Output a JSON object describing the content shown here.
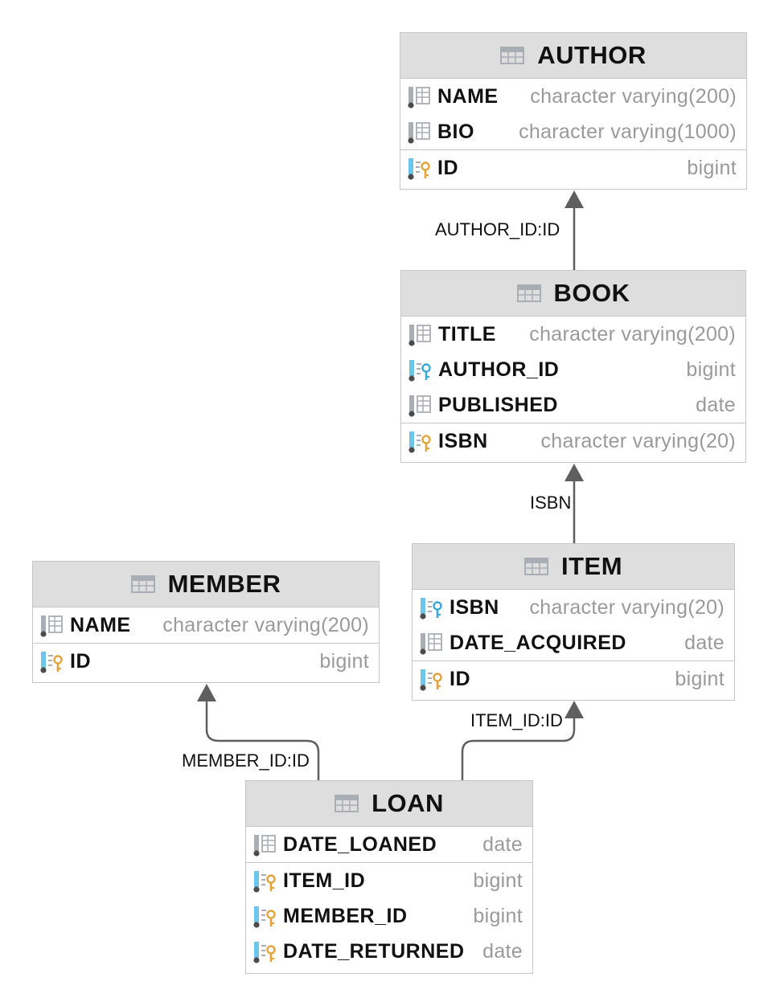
{
  "tables": {
    "author": {
      "name": "AUTHOR",
      "columns": [
        {
          "name": "NAME",
          "type": "character varying(200)",
          "icon": "column-icon"
        },
        {
          "name": "BIO",
          "type": "character varying(1000)",
          "icon": "column-icon"
        },
        {
          "name": "ID",
          "type": "bigint",
          "icon": "primary-key-column-icon"
        }
      ]
    },
    "book": {
      "name": "BOOK",
      "columns": [
        {
          "name": "TITLE",
          "type": "character varying(200)",
          "icon": "column-icon"
        },
        {
          "name": "AUTHOR_ID",
          "type": "bigint",
          "icon": "foreign-key-column-icon"
        },
        {
          "name": "PUBLISHED",
          "type": "date",
          "icon": "column-icon"
        },
        {
          "name": "ISBN",
          "type": "character varying(20)",
          "icon": "primary-key-column-icon"
        }
      ]
    },
    "item": {
      "name": "ITEM",
      "columns": [
        {
          "name": "ISBN",
          "type": "character varying(20)",
          "icon": "foreign-key-column-icon"
        },
        {
          "name": "DATE_ACQUIRED",
          "type": "date",
          "icon": "column-icon"
        },
        {
          "name": "ID",
          "type": "bigint",
          "icon": "primary-key-column-icon"
        }
      ]
    },
    "member": {
      "name": "MEMBER",
      "columns": [
        {
          "name": "NAME",
          "type": "character varying(200)",
          "icon": "column-icon"
        },
        {
          "name": "ID",
          "type": "bigint",
          "icon": "primary-key-column-icon"
        }
      ]
    },
    "loan": {
      "name": "LOAN",
      "columns": [
        {
          "name": "DATE_LOANED",
          "type": "date",
          "icon": "column-icon"
        },
        {
          "name": "ITEM_ID",
          "type": "bigint",
          "icon": "primary-foreign-key-column-icon"
        },
        {
          "name": "MEMBER_ID",
          "type": "bigint",
          "icon": "primary-foreign-key-column-icon"
        },
        {
          "name": "DATE_RETURNED",
          "type": "date",
          "icon": "primary-key-column-icon"
        }
      ]
    }
  },
  "relations": {
    "book_author": "AUTHOR_ID:ID",
    "item_book": "ISBN",
    "loan_member": "MEMBER_ID:ID",
    "loan_item": "ITEM_ID:ID"
  },
  "colors": {
    "header": "#dedede",
    "border": "#c6c6c6",
    "line": "#5f5f5f",
    "type_text": "#9a9a9a",
    "primary_key": "#e3a33b",
    "foreign_key": "#3aa9d9"
  }
}
